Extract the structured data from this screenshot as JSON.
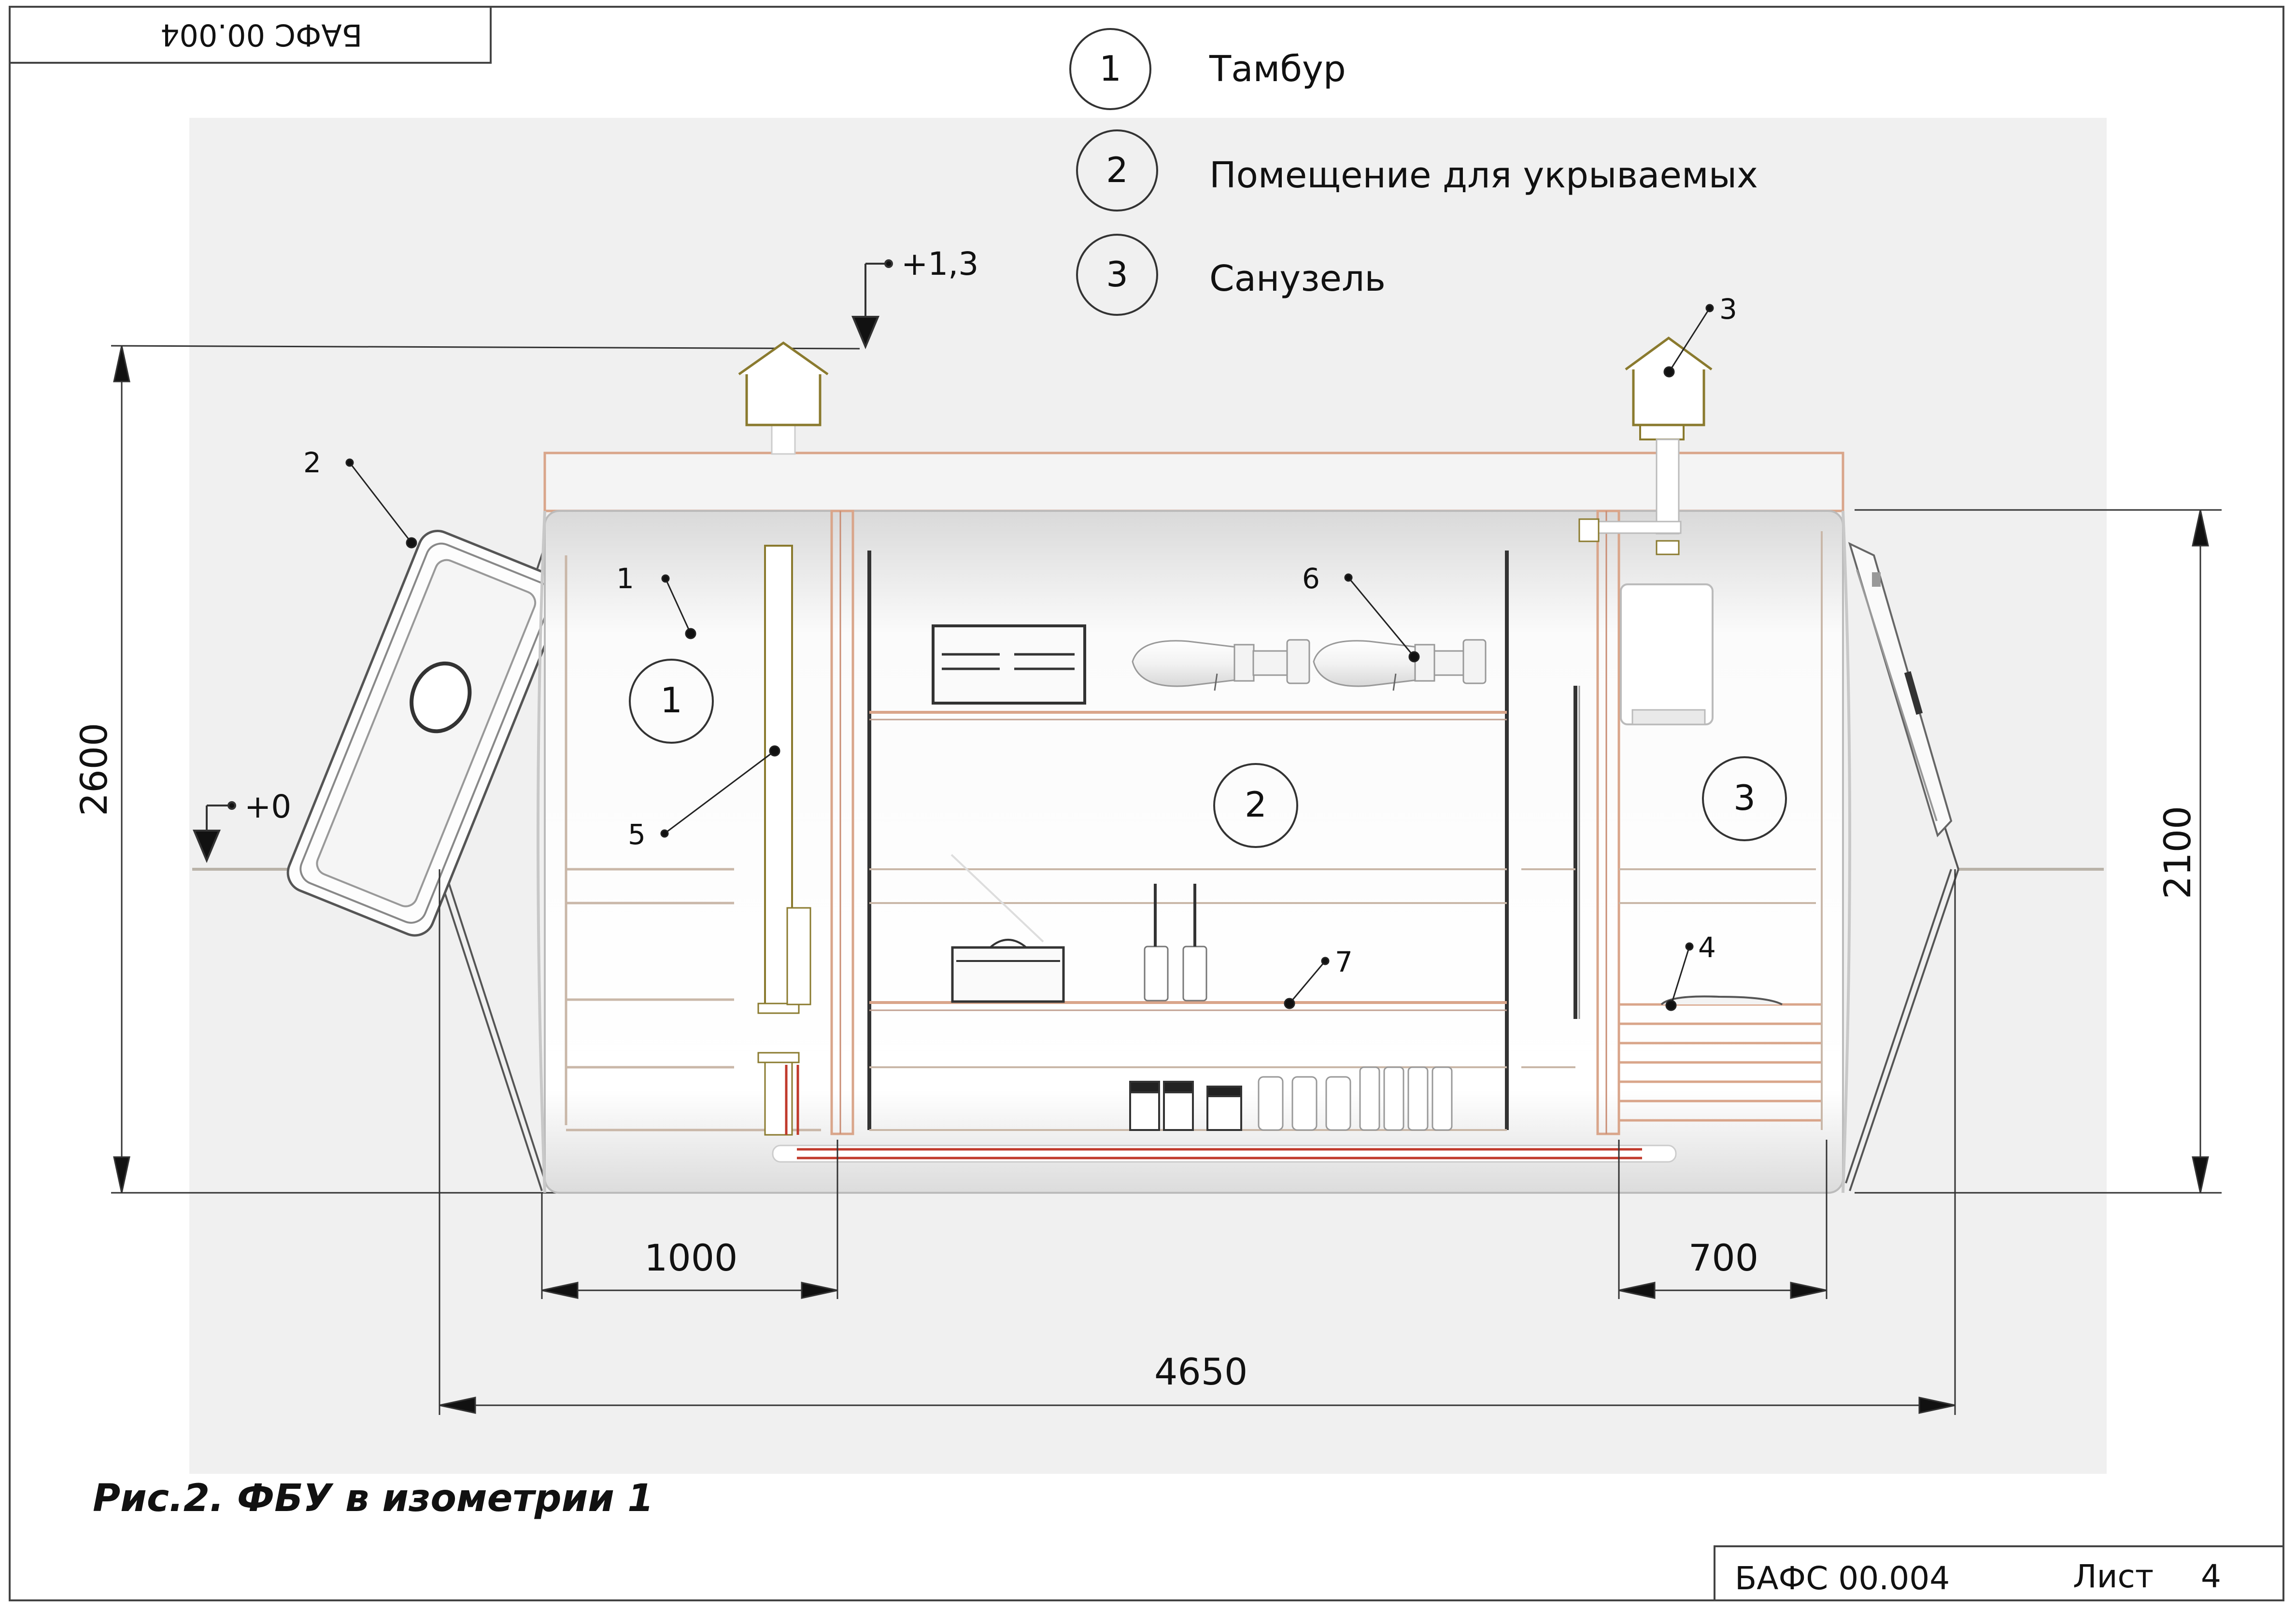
{
  "document": {
    "code": "БАФС 00.004",
    "sheet_label": "Лист",
    "sheet_number": "4",
    "caption": "Рис.2. ФБУ в изометрии 1"
  },
  "legend": [
    {
      "number": "1",
      "label": "Тамбур"
    },
    {
      "number": "2",
      "label": "Помещение для укрываемых"
    },
    {
      "number": "3",
      "label": "Санузель"
    }
  ],
  "levels": {
    "top": "+1,3",
    "ground": "+0"
  },
  "dimensions": {
    "total_height": "2600",
    "inner_height": "2100",
    "vestibule_width": "1000",
    "toilet_width": "700",
    "total_length": "4650"
  },
  "zones": {
    "vestibule": "1",
    "shelter_room": "2",
    "toilet": "3"
  },
  "callouts": {
    "hatch": "2",
    "vestibule_note": "1",
    "vent_right": "3",
    "cylinder": "6",
    "pipe": "5",
    "shelf": "7",
    "toilet_item": "4"
  },
  "colors": {
    "background_panel": "#f0f0f0",
    "line": "#333333",
    "copper": "#d9a58a",
    "red_pipe": "#c0392b",
    "vent_brown": "#8a7a2e"
  }
}
